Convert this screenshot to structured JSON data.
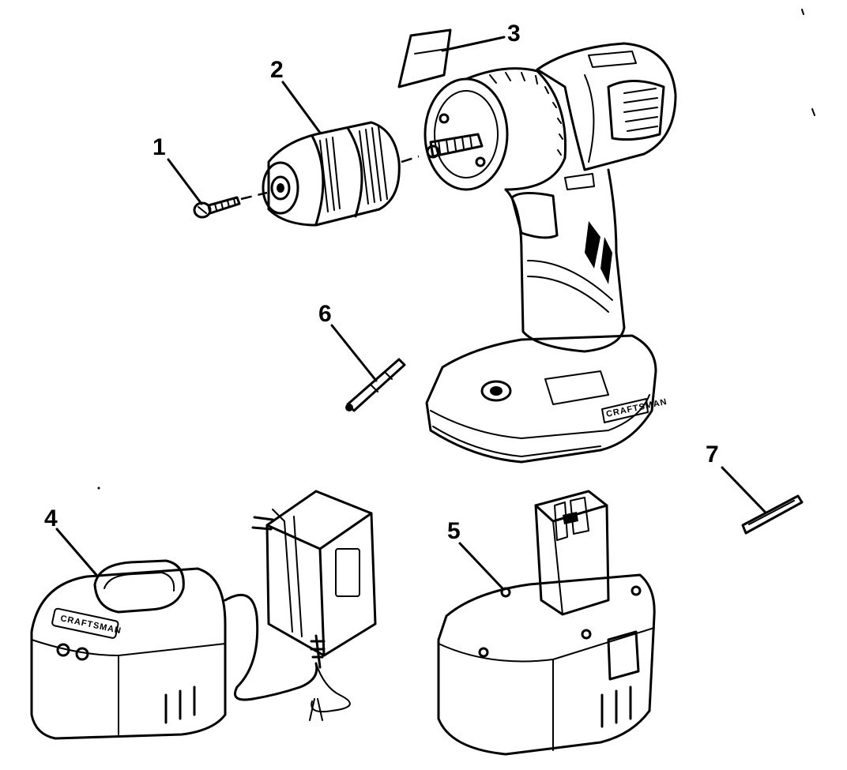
{
  "callouts": {
    "c1": "1",
    "c2": "2",
    "c3": "3",
    "c4": "4",
    "c5": "5",
    "c6": "6",
    "c7": "7"
  },
  "brand": {
    "charger": "CRAFTSMAN",
    "drill": "CRAFTSMAN"
  }
}
